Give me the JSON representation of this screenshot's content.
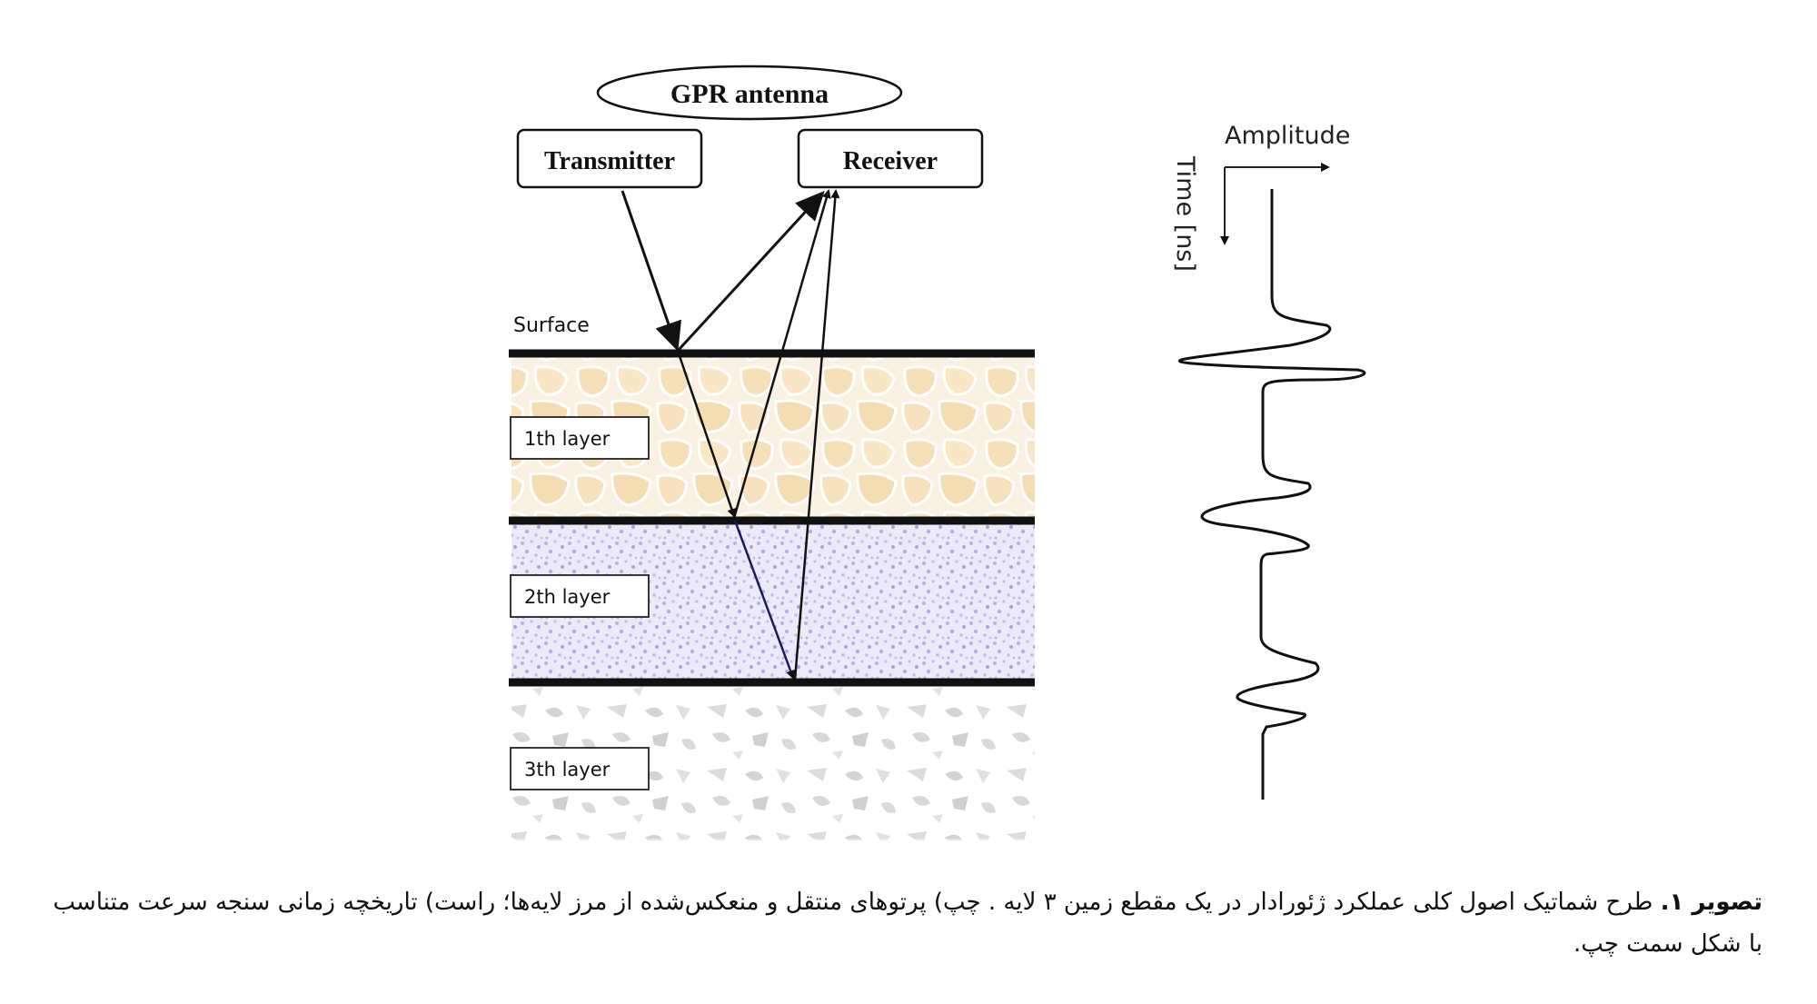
{
  "diagram": {
    "antenna_label": "GPR antenna",
    "transmitter_label": "Transmitter",
    "receiver_label": "Receiver",
    "surface_label": "Surface",
    "layer1_label": "1th layer",
    "layer2_label": "2th layer",
    "layer3_label": "3th layer",
    "amplitude_label": "Amplitude",
    "time_label": "Time [ns]"
  },
  "caption": {
    "prefix": "تصویر ۱.",
    "text": " طرح شماتیک اصول کلی عملکرد ژئورادار در یک مقطع زمین ۳ لایه . چپ) پرتوهای منتقل و منعکس‌شده از مرز لایه‌ها؛ راست) تاریخچه زمانی سنجه سرعت متناسب با شکل سمت چپ."
  }
}
